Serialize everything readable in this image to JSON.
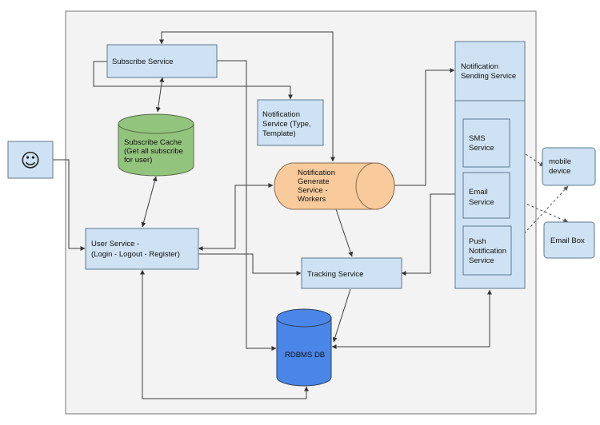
{
  "colors": {
    "canvas": "#f3f3f3",
    "box_fill": "#cfe2f3",
    "box_stroke": "#5b7891",
    "cache_fill": "#93c47d",
    "queue_fill": "#f9cb9c",
    "db_fill": "#4a86e8"
  },
  "user_icon": {
    "icon": "smiley-face-icon",
    "glyph": "☺"
  },
  "subscribe_service": {
    "label": "Subscribe Service"
  },
  "notification_service": {
    "lines": [
      "Notification",
      "Service (Type,",
      "Template)"
    ]
  },
  "subscribe_cache": {
    "lines": [
      "Subscribe Cache",
      "(Get all subscribe",
      "for user)"
    ]
  },
  "notification_generate": {
    "lines": [
      "Notification",
      "Generate",
      "Service -",
      "Workers"
    ]
  },
  "user_service": {
    "lines": [
      "User Service  -",
      "(Login - Logout - Register)"
    ]
  },
  "tracking_service": {
    "label": "Tracking Service"
  },
  "rdbms_db": {
    "label": "RDBMS DB"
  },
  "notification_sending": {
    "lines": [
      "Notification",
      "Sending Service"
    ]
  },
  "sms_service": {
    "lines": [
      "SMS",
      "Service"
    ]
  },
  "email_service": {
    "lines": [
      "Email",
      "Service"
    ]
  },
  "push_service": {
    "lines": [
      "Push",
      "Notification",
      "Service"
    ]
  },
  "mobile_device": {
    "lines": [
      "mobile",
      "device"
    ]
  },
  "email_box": {
    "label": "Email Box"
  }
}
